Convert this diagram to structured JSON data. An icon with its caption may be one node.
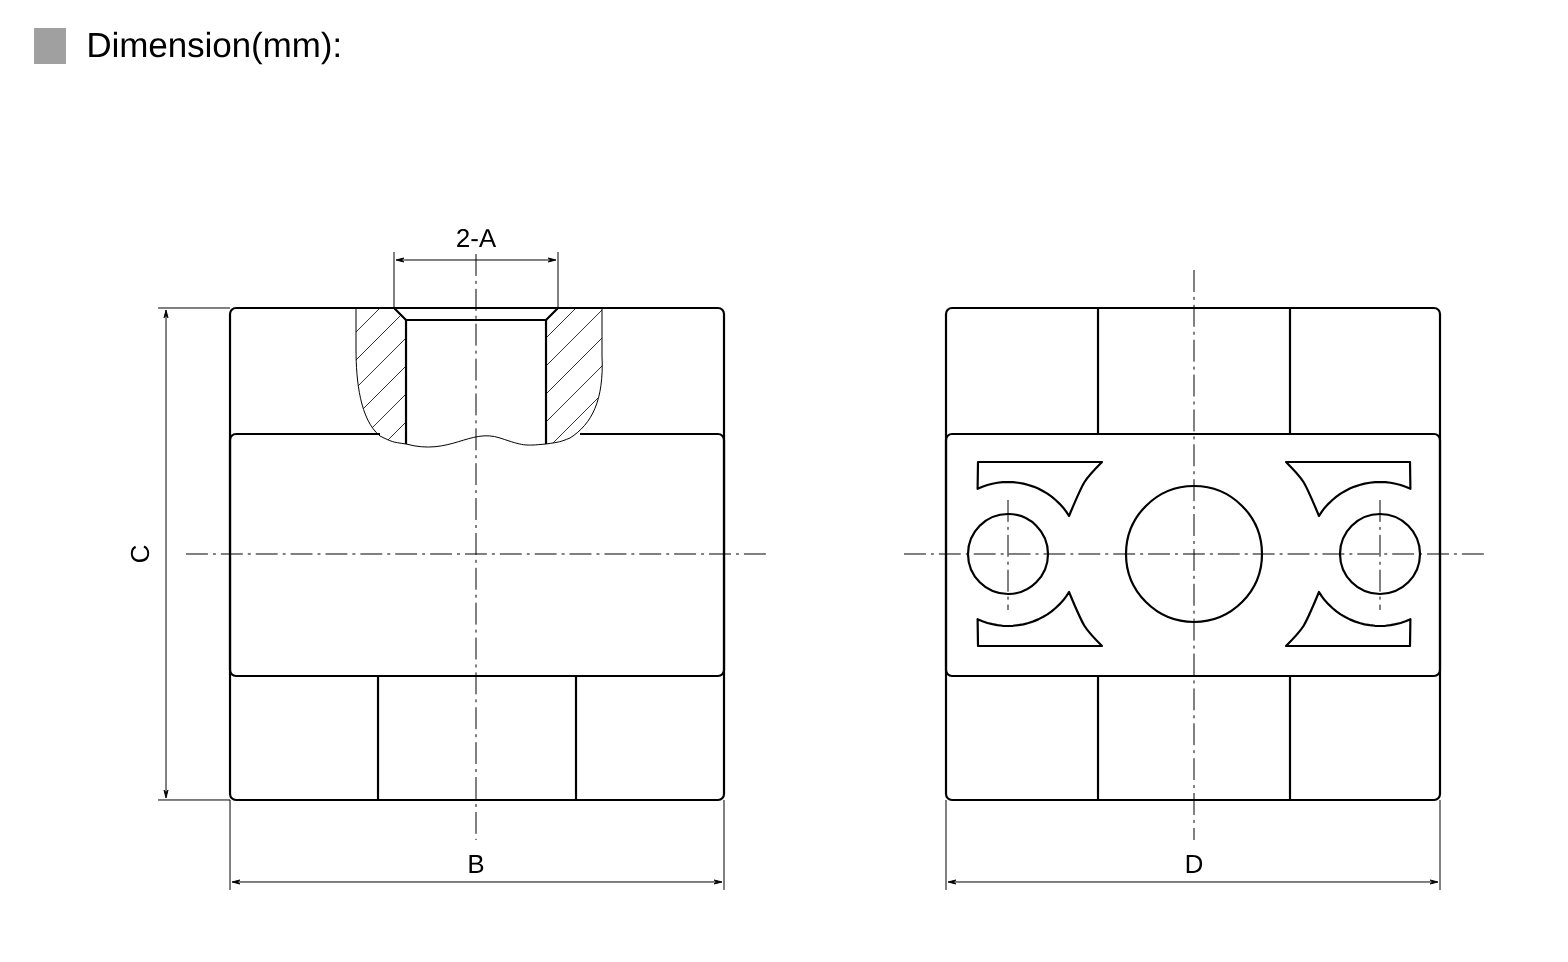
{
  "diagram": {
    "title": "Dimension(mm):",
    "labels": [
      "2-A",
      "C",
      "B",
      "D"
    ]
  }
}
